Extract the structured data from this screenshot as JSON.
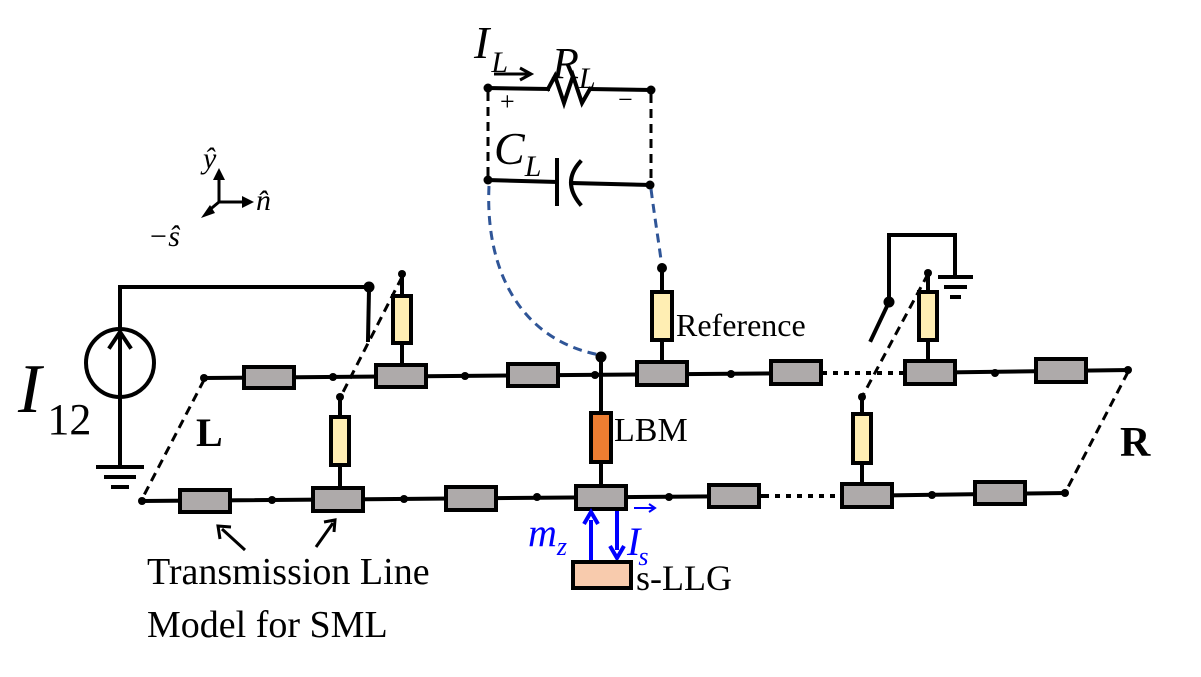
{
  "figure": {
    "type": "circuit-diagram",
    "colors": {
      "wire": "#000000",
      "transmission_line_block": "#aeaaaa",
      "shunt_resistor": "#ffeeb3",
      "lbm_block": "#ed7d31",
      "sllg_block": "#f8cbad",
      "signal_arrows": "#0000ff",
      "probe_wires": "#2f5597"
    }
  },
  "labels": {
    "load_current": "I",
    "load_current_sub": "L",
    "load_resistor": "R",
    "load_resistor_sub": "L",
    "plus": "+",
    "minus": "−",
    "load_capacitor": "C",
    "load_capacitor_sub": "L",
    "axis_y": "ŷ",
    "axis_n": "n̂",
    "axis_s": "−ŝ",
    "source_current": "I",
    "source_current_sub": "12",
    "left_terminal": "L",
    "right_terminal": "R",
    "reference": "Reference",
    "lbm": "LBM",
    "mz": "m",
    "mz_sub": "z",
    "spin_current": "I",
    "spin_current_sub": "s",
    "sllg": "s-LLG",
    "caption_line1": "Transmission Line",
    "caption_line2": "Model for SML"
  }
}
